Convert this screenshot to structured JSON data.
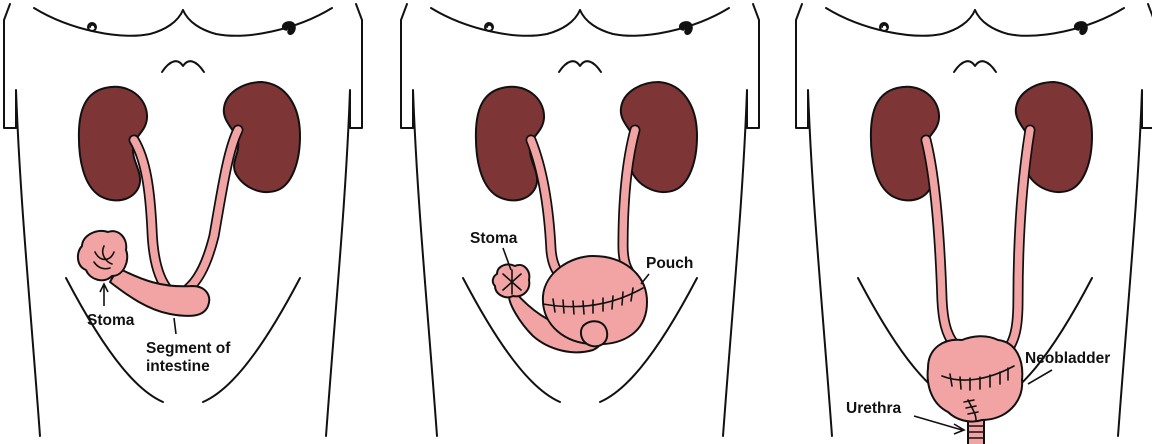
{
  "panels": [
    {
      "id": "ileal-conduit",
      "labels": {
        "stoma": "Stoma",
        "segment_line1": "Segment of",
        "segment_line2": "intestine"
      }
    },
    {
      "id": "continent-pouch",
      "labels": {
        "stoma": "Stoma",
        "pouch": "Pouch"
      }
    },
    {
      "id": "neobladder",
      "labels": {
        "neobladder": "Neobladder",
        "urethra": "Urethra"
      }
    }
  ],
  "colors": {
    "kidney": "#7e3536",
    "tissue": "#f2a4a4",
    "outline": "#111111",
    "background": "#ffffff"
  }
}
